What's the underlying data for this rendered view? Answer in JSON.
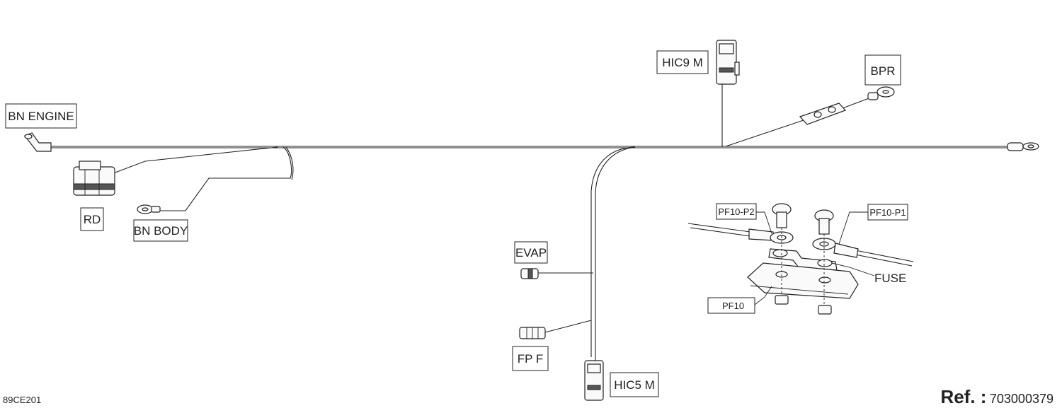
{
  "labels": {
    "bn_engine": "BN ENGINE",
    "rd": "RD",
    "bn_body": "BN BODY",
    "hic9_m": "HIC9 M",
    "bpr": "BPR",
    "evap": "EVAP",
    "fp_f": "FP F",
    "hic5_m": "HIC5 M",
    "pf10_p2": "PF10-P2",
    "pf10_p1": "PF10-P1",
    "fuse": "FUSE",
    "pf10": "PF10"
  },
  "footer": {
    "drawing_code": "89CE201",
    "ref_label": "Ref. :",
    "ref_value": "703000379"
  }
}
